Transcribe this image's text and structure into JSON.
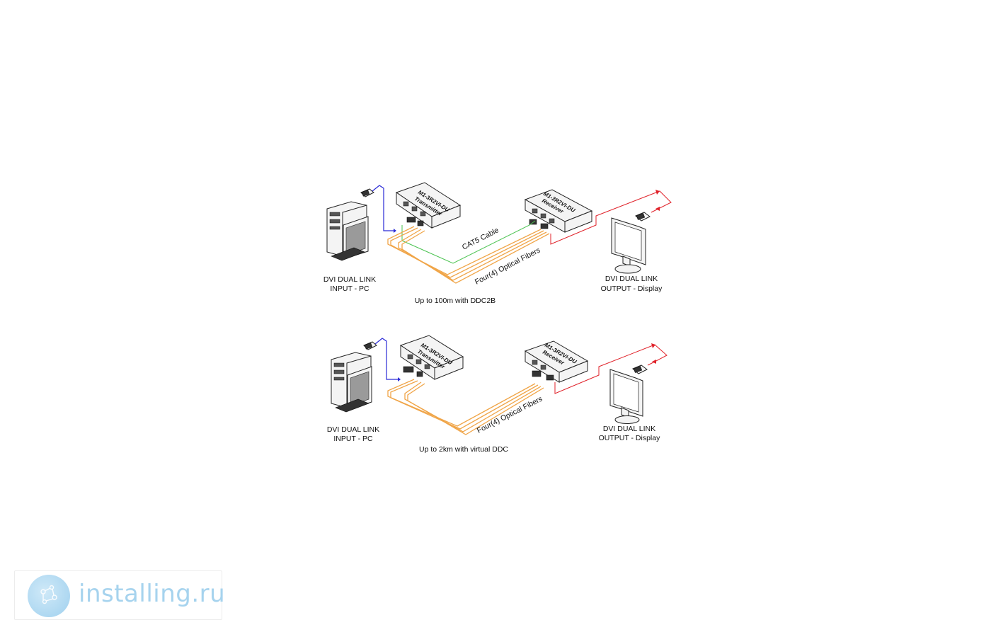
{
  "panels": [
    {
      "pc_label_line1": "DVI DUAL LINK",
      "pc_label_line2": "INPUT - PC",
      "display_label_line1": "DVI DUAL LINK",
      "display_label_line2": "OUTPUT - Display",
      "transmitter_model": "M1-3R2VI-DU",
      "transmitter_role": "Transmitter",
      "receiver_model": "M1-3R2VI-DU",
      "receiver_role": "Receiver",
      "cat5_label": "CAT5 Cable",
      "fiber_label": "Four(4) Optical Fibers",
      "caption": "Up to 100m with DDC2B"
    },
    {
      "pc_label_line1": "DVI DUAL LINK",
      "pc_label_line2": "INPUT - PC",
      "display_label_line1": "DVI DUAL LINK",
      "display_label_line2": "OUTPUT - Display",
      "transmitter_model": "M1-3R2VI-DU",
      "transmitter_role": "Transmitter",
      "receiver_model": "M1-3R2VI-DU",
      "receiver_role": "Receiver",
      "fiber_label": "Four(4) Optical Fibers",
      "caption": "Up to 2km with virtual DDC"
    }
  ],
  "colors": {
    "input_cable": "#2a2ad6",
    "output_cable": "#e0222a",
    "cat5_cable": "#49c24f",
    "fiber": "#f0a548"
  },
  "watermark": {
    "text": "installing.ru",
    "logo_icon": "network-globe-icon"
  }
}
